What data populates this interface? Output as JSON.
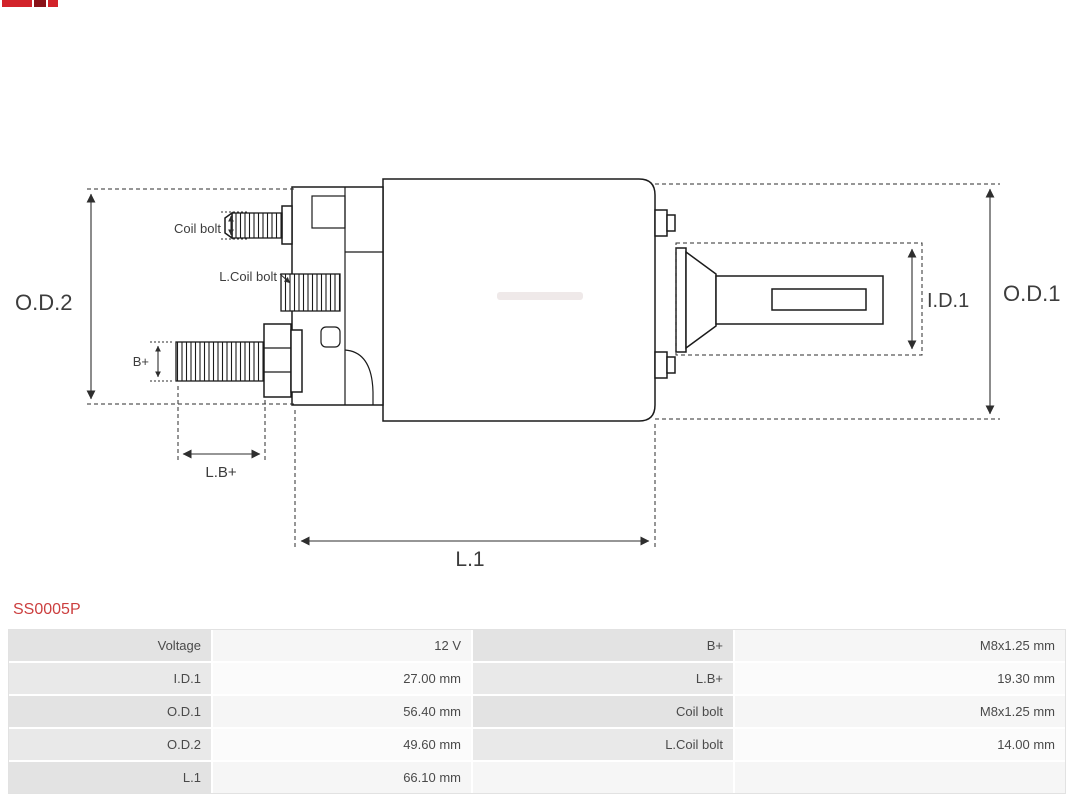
{
  "icons": {
    "logo": "as-pl-logo"
  },
  "colors": {
    "accent_red": "#cc3f3f",
    "logo_red": "#d2232a",
    "table_label_bg": "#e3e3e3",
    "table_value_bg": "#f6f6f6",
    "table_text": "#4a4a4a",
    "line_color": "#1b1b1b"
  },
  "part_number": "SS0005P",
  "diagram": {
    "labels": {
      "od2": "O.D.2",
      "od1": "O.D.1",
      "id1": "I.D.1",
      "coil_bolt": "Coil bolt",
      "l_coil_bolt": "L.Coil bolt",
      "b_plus": "B+",
      "l_b_plus": "L.B+",
      "l1": "L.1"
    }
  },
  "spec_table": {
    "rows": [
      [
        "Voltage",
        "12 V",
        "B+",
        "M8x1.25 mm"
      ],
      [
        "I.D.1",
        "27.00 mm",
        "L.B+",
        "19.30 mm"
      ],
      [
        "O.D.1",
        "56.40 mm",
        "Coil bolt",
        "M8x1.25 mm"
      ],
      [
        "O.D.2",
        "49.60 mm",
        "L.Coil bolt",
        "14.00 mm"
      ],
      [
        "L.1",
        "66.10 mm",
        "",
        ""
      ]
    ]
  }
}
